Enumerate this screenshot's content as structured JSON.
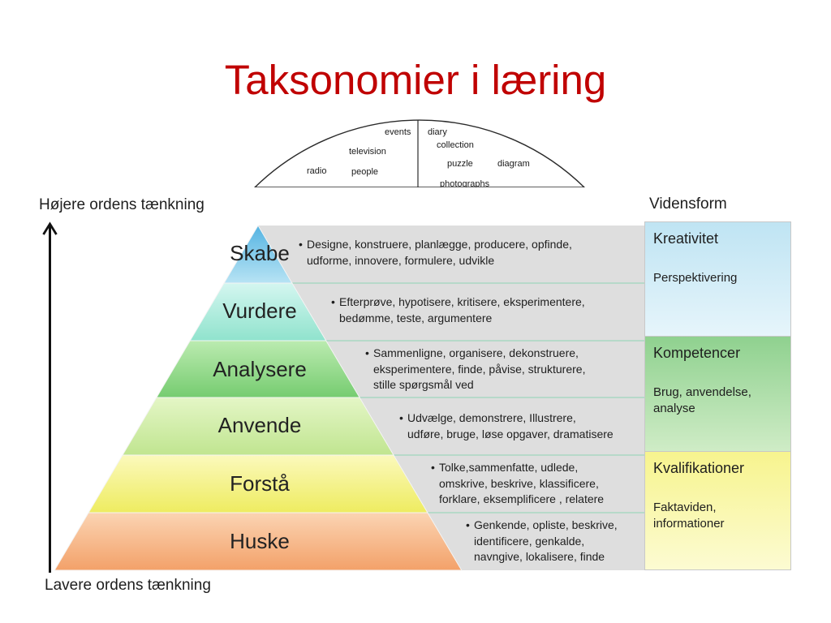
{
  "title": "Taksonomier i læring",
  "title_color": "#c00000",
  "axis": {
    "top_label": "Højere ordens tænkning",
    "bottom_label": "Lavere ordens tænkning"
  },
  "wheel": {
    "words": [
      "events",
      "diary",
      "television",
      "collection",
      "radio",
      "people",
      "puzzle",
      "diagram",
      "photographs"
    ]
  },
  "pyramid": {
    "levels": [
      {
        "name": "Skabe",
        "colors": [
          "#55b4e2",
          "#b7e3f4"
        ],
        "verbs": [
          "Designe, konstruere, planlægge, producere, opfinde,",
          "udforme, innovere, formulere, udvikle"
        ]
      },
      {
        "name": "Vurdere",
        "colors": [
          "#d4f6f0",
          "#90e3cd"
        ],
        "verbs": [
          "Efterprøve, hypotisere, kritisere, eksperimentere,",
          "bedømme, teste, argumentere"
        ]
      },
      {
        "name": "Analysere",
        "colors": [
          "#bbebb0",
          "#76cc70"
        ],
        "verbs": [
          "Sammenligne, organisere, dekonstruere,",
          "eksperimentere, finde, påvise, strukturere,",
          "stille spørgsmål ved"
        ]
      },
      {
        "name": "Anvende",
        "colors": [
          "#e4f6c6",
          "#c0e590"
        ],
        "verbs": [
          "Udvælge, demonstrere, Illustrere,",
          "udføre, bruge, løse opgaver, dramatisere"
        ]
      },
      {
        "name": "Forstå",
        "colors": [
          "#fbf9bc",
          "#eeec60"
        ],
        "verbs": [
          "Tolke,sammenfatte, udlede,",
          "omskrive, beskrive, klassificere,",
          "forklare, eksemplificere , relatere"
        ]
      },
      {
        "name": "Huske",
        "colors": [
          "#fbd4b3",
          "#f3a169"
        ],
        "verbs": [
          "Genkende, opliste, beskrive,",
          "identificere, genkalde,",
          "navngive, lokalisere, finde"
        ]
      }
    ]
  },
  "knowledge": {
    "heading": "Vidensform",
    "forms": [
      {
        "title": "Kreativitet",
        "description": [
          "Perspektivering"
        ],
        "colors": [
          "#bfe4f3",
          "#e6f5fb"
        ]
      },
      {
        "title": "Kompetencer",
        "description": [
          "Brug, anvendelse,",
          "analyse"
        ],
        "colors": [
          "#8fd18f",
          "#cfecc6"
        ]
      },
      {
        "title": "Kvalifikationer",
        "description": [
          "Faktaviden,",
          "informationer"
        ],
        "colors": [
          "#f7f48e",
          "#fcfbd2"
        ]
      }
    ]
  }
}
